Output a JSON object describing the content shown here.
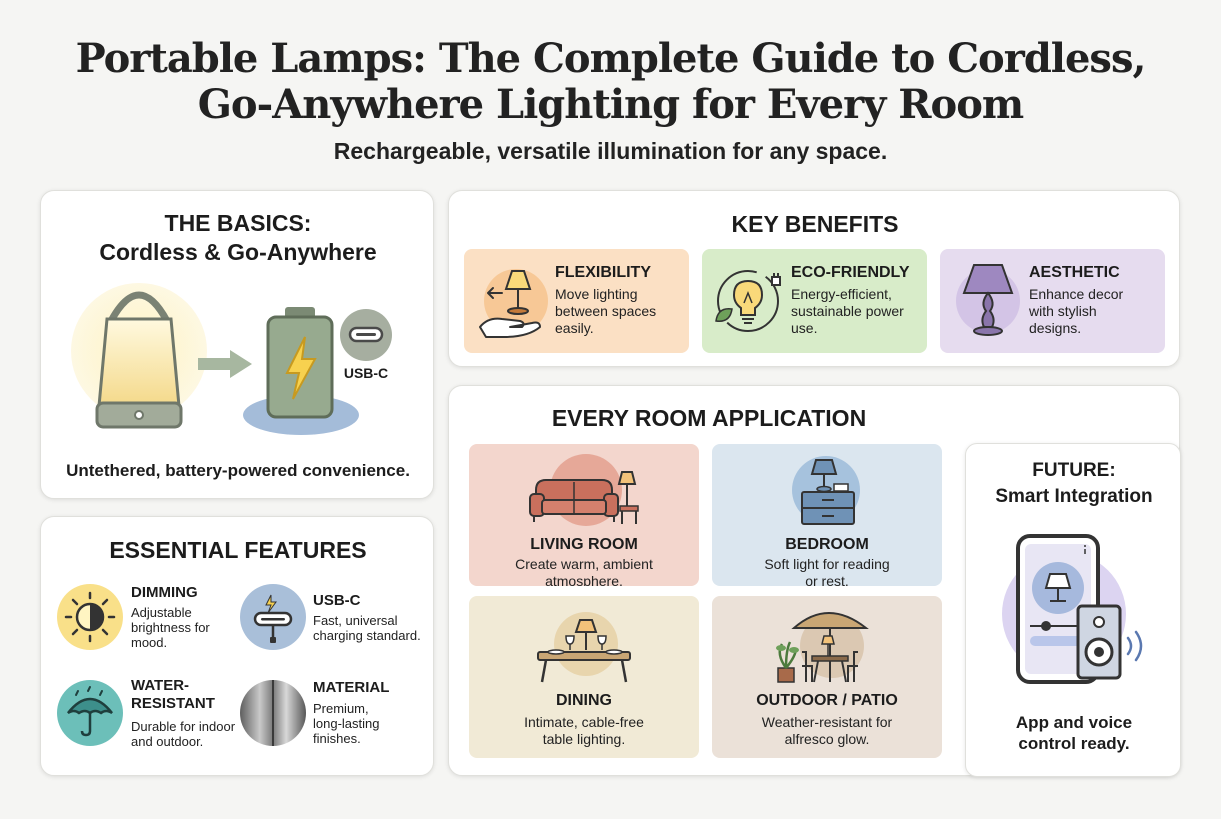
{
  "header": {
    "title_line1": "Portable Lamps: The Complete Guide to Cordless,",
    "title_line2": "Go-Anywhere Lighting for Every Room",
    "subtitle": "Rechargeable, versatile illumination for any space."
  },
  "basics": {
    "heading_line1": "THE BASICS:",
    "heading_line2": "Cordless & Go-Anywhere",
    "usb_label": "USB-C",
    "caption": "Untethered, battery-powered convenience."
  },
  "features": {
    "heading": "ESSENTIAL FEATURES",
    "items": [
      {
        "title": "DIMMING",
        "desc1": "Adjustable",
        "desc2": "brightness for",
        "desc3": "mood."
      },
      {
        "title": "USB-C",
        "desc1": "Fast, universal",
        "desc2": "charging standard."
      },
      {
        "title1": "WATER-",
        "title2": "RESISTANT",
        "desc1": "Durable for indoor",
        "desc2": "and outdoor."
      },
      {
        "title": "MATERIAL",
        "desc1": "Premium,",
        "desc2": "long-lasting",
        "desc3": "finishes."
      }
    ]
  },
  "benefits": {
    "heading": "KEY BENEFITS",
    "items": [
      {
        "title": "FLEXIBILITY",
        "desc1": "Move lighting",
        "desc2": "between spaces",
        "desc3": "easily."
      },
      {
        "title": "ECO-FRIENDLY",
        "desc1": "Energy-efficient,",
        "desc2": "sustainable power",
        "desc3": "use."
      },
      {
        "title": "AESTHETIC",
        "desc1": "Enhance decor",
        "desc2": "with stylish",
        "desc3": "designs."
      }
    ]
  },
  "rooms": {
    "heading": "EVERY ROOM APPLICATION",
    "items": [
      {
        "title": "LIVING ROOM",
        "desc1": "Create warm, ambient",
        "desc2": "atmosphere."
      },
      {
        "title": "BEDROOM",
        "desc1": "Soft light for reading",
        "desc2": "or rest."
      },
      {
        "title": "DINING",
        "desc1": "Intimate, cable-free",
        "desc2": "table lighting."
      },
      {
        "title": "OUTDOOR / PATIO",
        "desc1": "Weather-resistant for",
        "desc2": "alfresco glow."
      }
    ]
  },
  "future": {
    "heading_line1": "FUTURE:",
    "heading_line2": "Smart Integration",
    "caption_line1": "App and voice",
    "caption_line2": "control ready."
  },
  "colors": {
    "flexibility": "#fbe0c4",
    "eco": "#d8ecc9",
    "aesthetic": "#e6dcef",
    "living": "#f3d6cd",
    "bedroom": "#dbe6ef",
    "dining": "#f1ead6",
    "outdoor": "#ebe1d8",
    "dimming": "#f9e089",
    "usb": "#a9bfd9",
    "water": "#6cbfb9",
    "material": "#9a9a9a"
  }
}
